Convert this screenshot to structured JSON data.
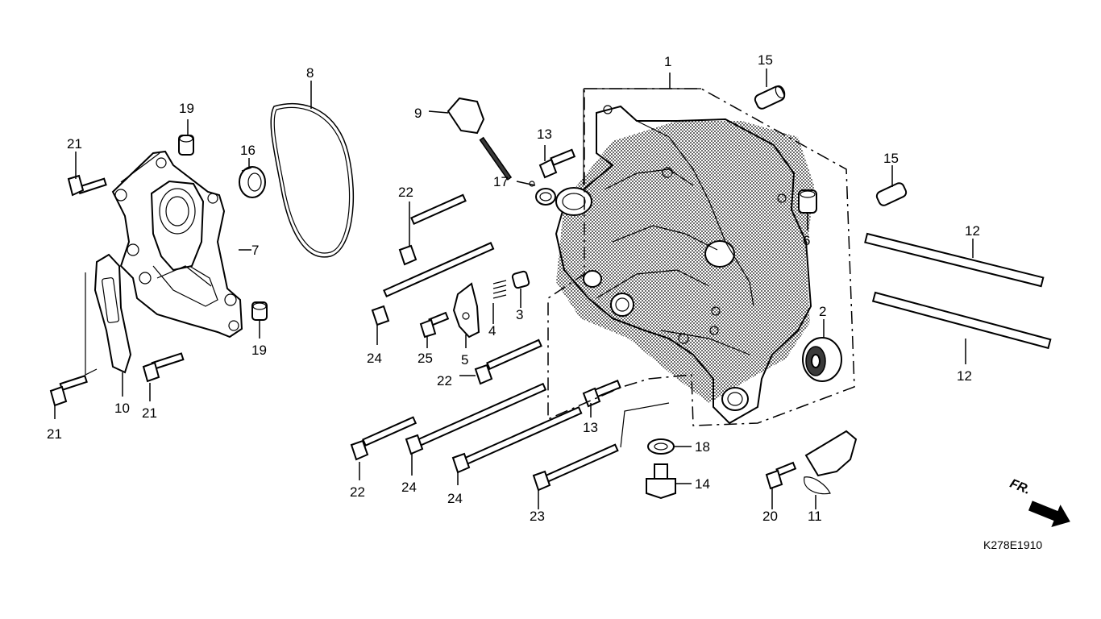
{
  "diagram": {
    "code": "K278E1910",
    "direction_label": "FR.",
    "callouts": [
      {
        "id": "c1",
        "label": "1"
      },
      {
        "id": "c2",
        "label": "2"
      },
      {
        "id": "c3",
        "label": "3"
      },
      {
        "id": "c4",
        "label": "4"
      },
      {
        "id": "c5",
        "label": "5"
      },
      {
        "id": "c6",
        "label": "6"
      },
      {
        "id": "c7",
        "label": "7"
      },
      {
        "id": "c8",
        "label": "8"
      },
      {
        "id": "c9",
        "label": "9"
      },
      {
        "id": "c10",
        "label": "10"
      },
      {
        "id": "c11",
        "label": "11"
      },
      {
        "id": "c12a",
        "label": "12"
      },
      {
        "id": "c12b",
        "label": "12"
      },
      {
        "id": "c13a",
        "label": "13"
      },
      {
        "id": "c13b",
        "label": "13"
      },
      {
        "id": "c14",
        "label": "14"
      },
      {
        "id": "c15a",
        "label": "15"
      },
      {
        "id": "c15b",
        "label": "15"
      },
      {
        "id": "c16",
        "label": "16"
      },
      {
        "id": "c17",
        "label": "17"
      },
      {
        "id": "c18",
        "label": "18"
      },
      {
        "id": "c19a",
        "label": "19"
      },
      {
        "id": "c19b",
        "label": "19"
      },
      {
        "id": "c20",
        "label": "20"
      },
      {
        "id": "c21a",
        "label": "21"
      },
      {
        "id": "c21b",
        "label": "21"
      },
      {
        "id": "c21c",
        "label": "21"
      },
      {
        "id": "c22a",
        "label": "22"
      },
      {
        "id": "c22b",
        "label": "22"
      },
      {
        "id": "c22c",
        "label": "22"
      },
      {
        "id": "c23",
        "label": "23"
      },
      {
        "id": "c24a",
        "label": "24"
      },
      {
        "id": "c24b",
        "label": "24"
      },
      {
        "id": "c24c",
        "label": "24"
      },
      {
        "id": "c25",
        "label": "25"
      }
    ]
  }
}
